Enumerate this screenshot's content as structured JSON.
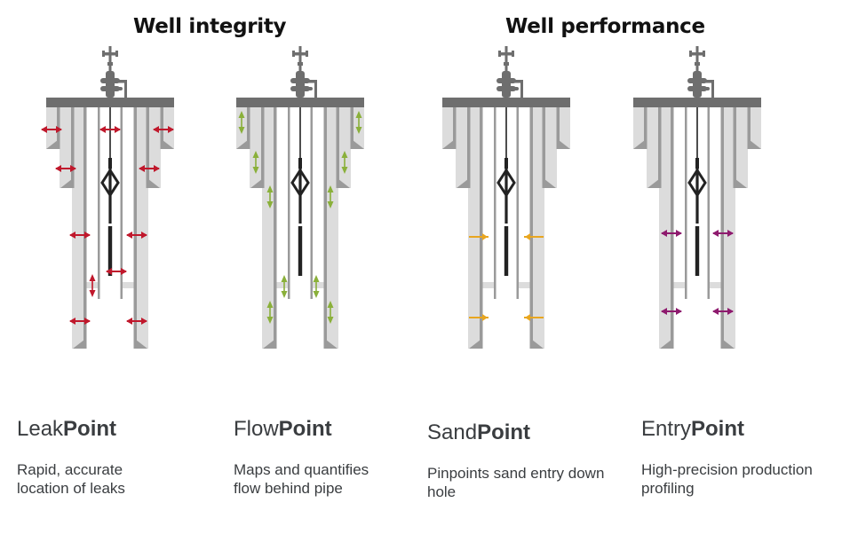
{
  "headings": {
    "integrity": "Well integrity",
    "performance": "Well performance"
  },
  "colors": {
    "deck": "#6e6e6e",
    "casing_dark": "#9a9a9a",
    "casing_light": "#dcdcdc",
    "tool": "#222222",
    "leak": "#c0182c",
    "flow": "#8ab03a",
    "sand": "#e8a620",
    "entry": "#8e1a6e"
  },
  "products": [
    {
      "name_light": "Leak",
      "name_bold": "Point",
      "description": "Rapid, accurate location of leaks",
      "group": "integrity",
      "marker": "leak",
      "marker_style": "horizontal-double"
    },
    {
      "name_light": "Flow",
      "name_bold": "Point",
      "description": "Maps and quantifies flow behind pipe",
      "group": "integrity",
      "marker": "flow",
      "marker_style": "vertical-double"
    },
    {
      "name_light": "Sand",
      "name_bold": "Point",
      "description": "Pinpoints sand entry down hole",
      "group": "performance",
      "marker": "sand",
      "marker_style": "inward"
    },
    {
      "name_light": "Entry",
      "name_bold": "Point",
      "description": "High-precision production profiling",
      "group": "performance",
      "marker": "entry",
      "marker_style": "horizontal-double"
    }
  ]
}
